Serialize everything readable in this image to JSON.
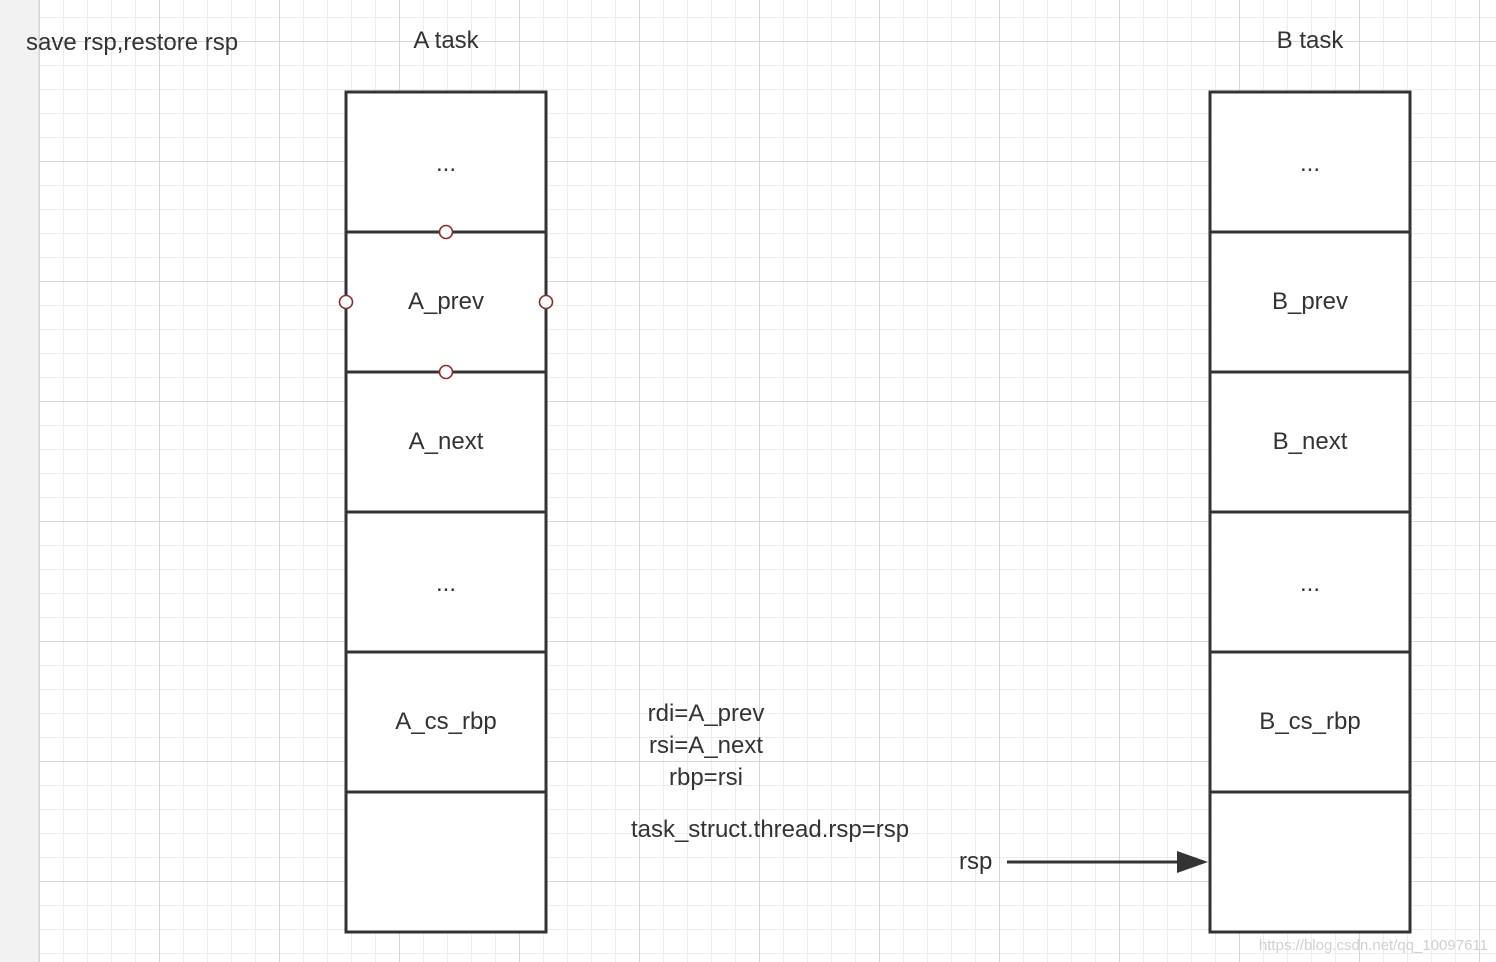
{
  "header": {
    "caption": "save rsp,restore rsp"
  },
  "stack_a": {
    "title": "A task",
    "cells": [
      "...",
      "A_prev",
      "A_next",
      "...",
      "A_cs_rbp",
      ""
    ]
  },
  "stack_b": {
    "title": "B task",
    "cells": [
      "...",
      "B_prev",
      "B_next",
      "...",
      "B_cs_rbp",
      ""
    ]
  },
  "notes": {
    "lines": [
      "rdi=A_prev",
      "rsi=A_next",
      "rbp=rsi"
    ],
    "thread_line": "task_struct.thread.rsp=rsp"
  },
  "pointer": {
    "label": "rsp"
  },
  "watermark": "https://blog.csdn.net/qq_10097611",
  "colors": {
    "line": "#333333",
    "handle": "#8b2a2a",
    "text": "#333333"
  }
}
